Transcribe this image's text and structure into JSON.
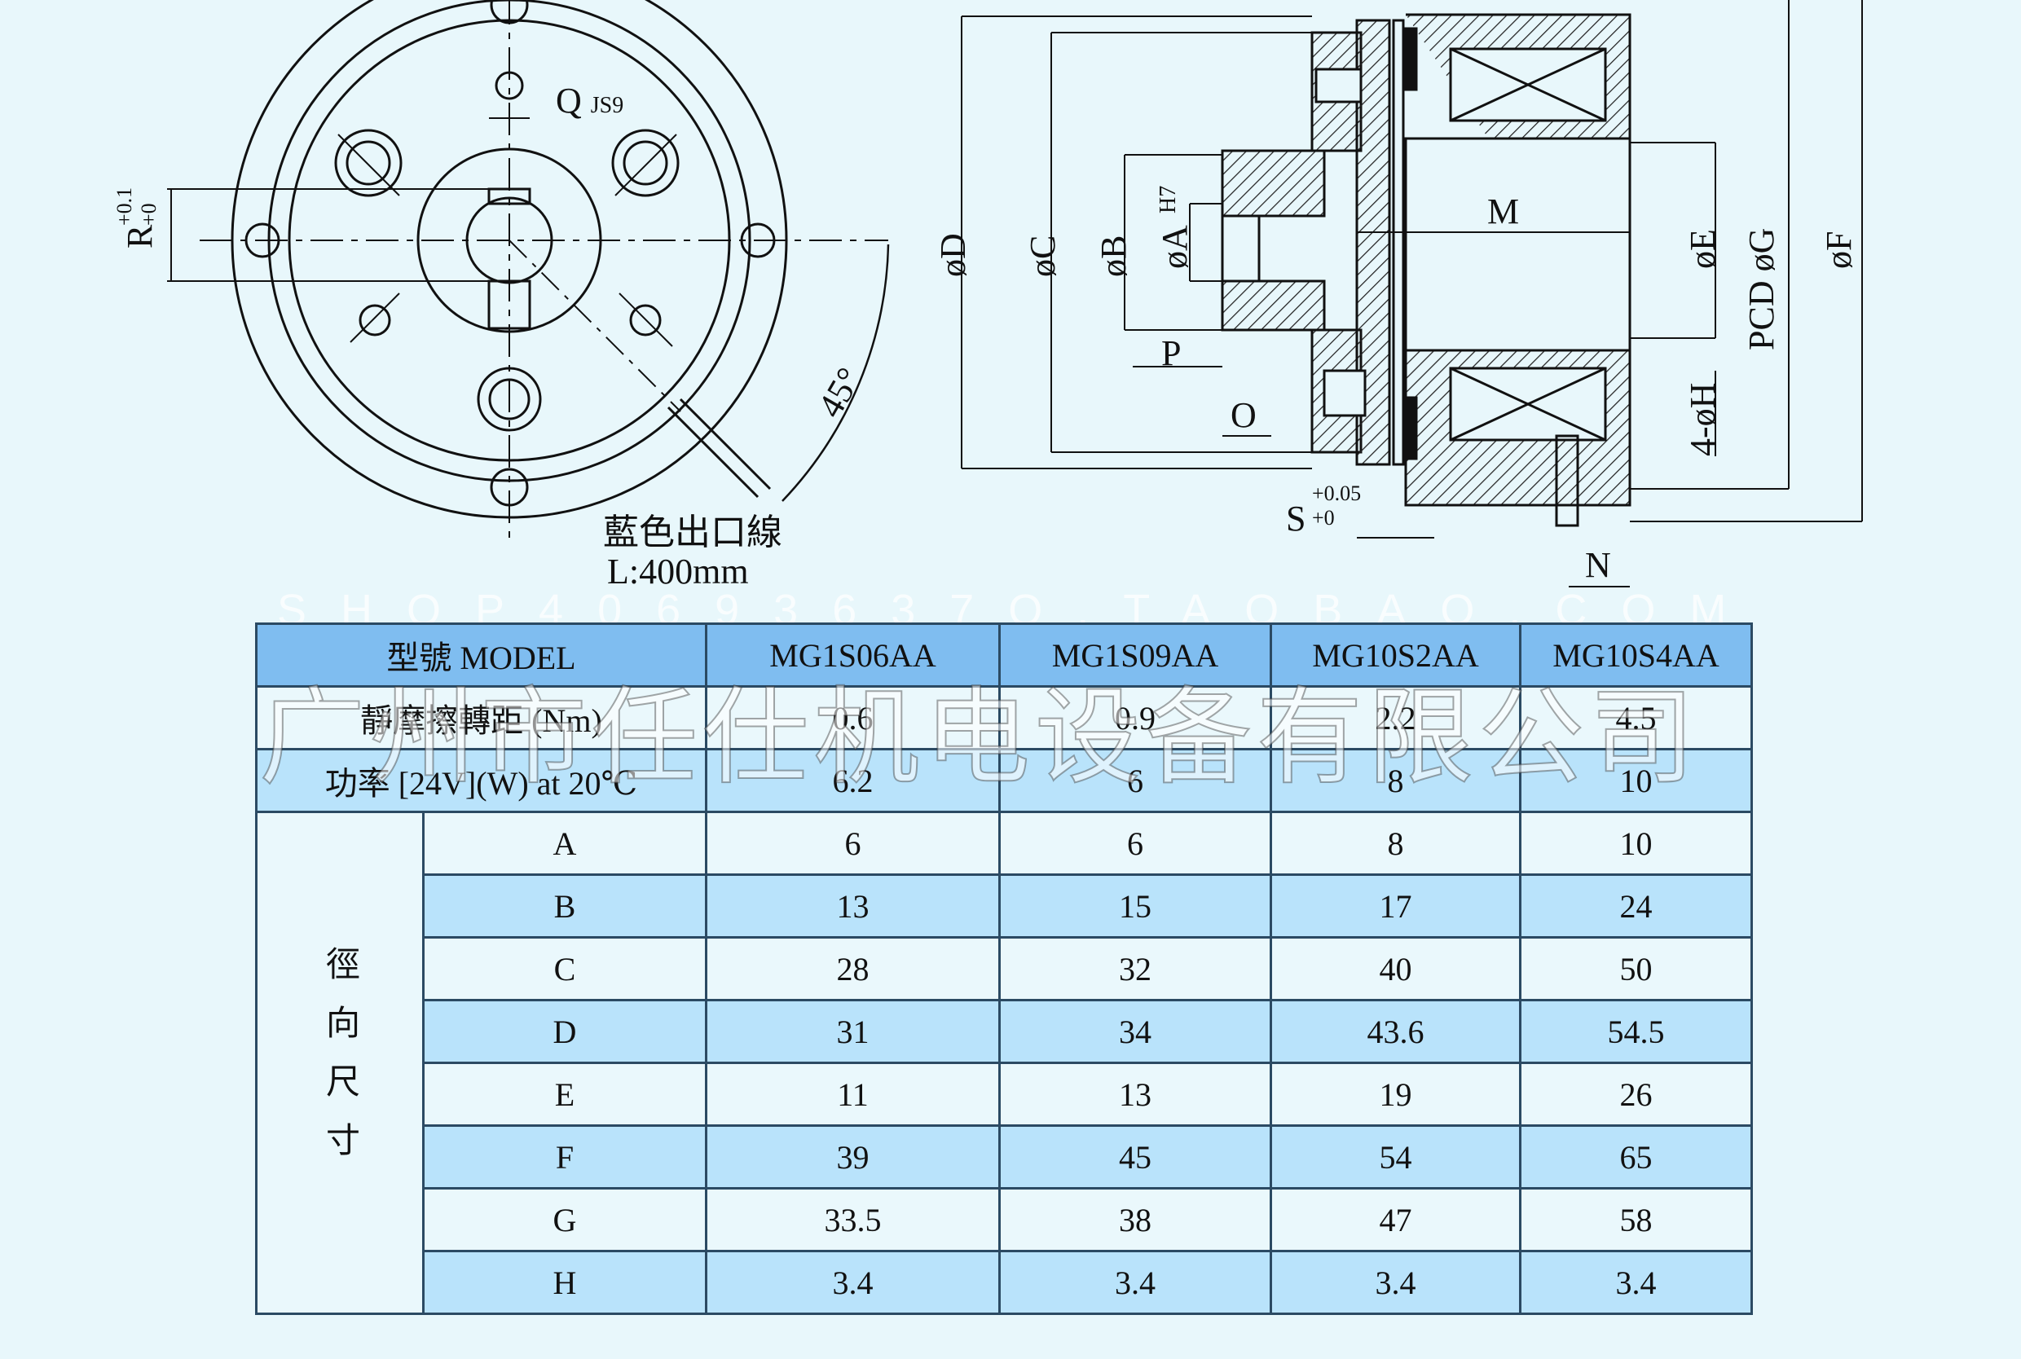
{
  "drawing": {
    "labels": {
      "q_js9": "Q",
      "js9": "JS9",
      "r_key": "R",
      "r_tol_plus": "+0.1",
      "r_tol_zero": "+0",
      "angle": "45°",
      "lead_wire_cn": "藍色出口線",
      "lead_wire_len": "L:400mm",
      "dia_d": "øD",
      "dia_c": "øC",
      "dia_b": "øB",
      "dia_a": "øA",
      "h7": "H7",
      "m": "M",
      "dia_e": "øE",
      "pcd_g": "PCD øG",
      "dia_f": "øF",
      "p": "P",
      "o": "O",
      "four_h": "4-øH",
      "s": "S",
      "s_tol_plus": "+0.05",
      "s_tol_zero": "+0",
      "n": "N"
    }
  },
  "watermark": {
    "shop": "SHOP40693637O.TAOBAO.COM",
    "company": "广州市任仕机电设备有限公司"
  },
  "spec_table": {
    "header_label": "型號 MODEL",
    "models": [
      "MG1S06AA",
      "MG1S09AA",
      "MG10S2AA",
      "MG10S4AA"
    ],
    "torque_label": "靜摩擦轉距 (Nm)",
    "torque": [
      "0.6",
      "0.9",
      "2.2",
      "4.5"
    ],
    "power_label": "功率 [24V](W) at 20℃",
    "power": [
      "6.2",
      "6",
      "8",
      "10"
    ],
    "radial_label": "徑向尺寸",
    "radial_rows": [
      {
        "dim": "A",
        "values": [
          "6",
          "6",
          "8",
          "10"
        ]
      },
      {
        "dim": "B",
        "values": [
          "13",
          "15",
          "17",
          "24"
        ]
      },
      {
        "dim": "C",
        "values": [
          "28",
          "32",
          "40",
          "50"
        ]
      },
      {
        "dim": "D",
        "values": [
          "31",
          "34",
          "43.6",
          "54.5"
        ]
      },
      {
        "dim": "E",
        "values": [
          "11",
          "13",
          "19",
          "26"
        ]
      },
      {
        "dim": "F",
        "values": [
          "39",
          "45",
          "54",
          "65"
        ]
      },
      {
        "dim": "G",
        "values": [
          "33.5",
          "38",
          "47",
          "58"
        ]
      },
      {
        "dim": "H",
        "values": [
          "3.4",
          "3.4",
          "3.4",
          "3.4"
        ]
      }
    ]
  }
}
